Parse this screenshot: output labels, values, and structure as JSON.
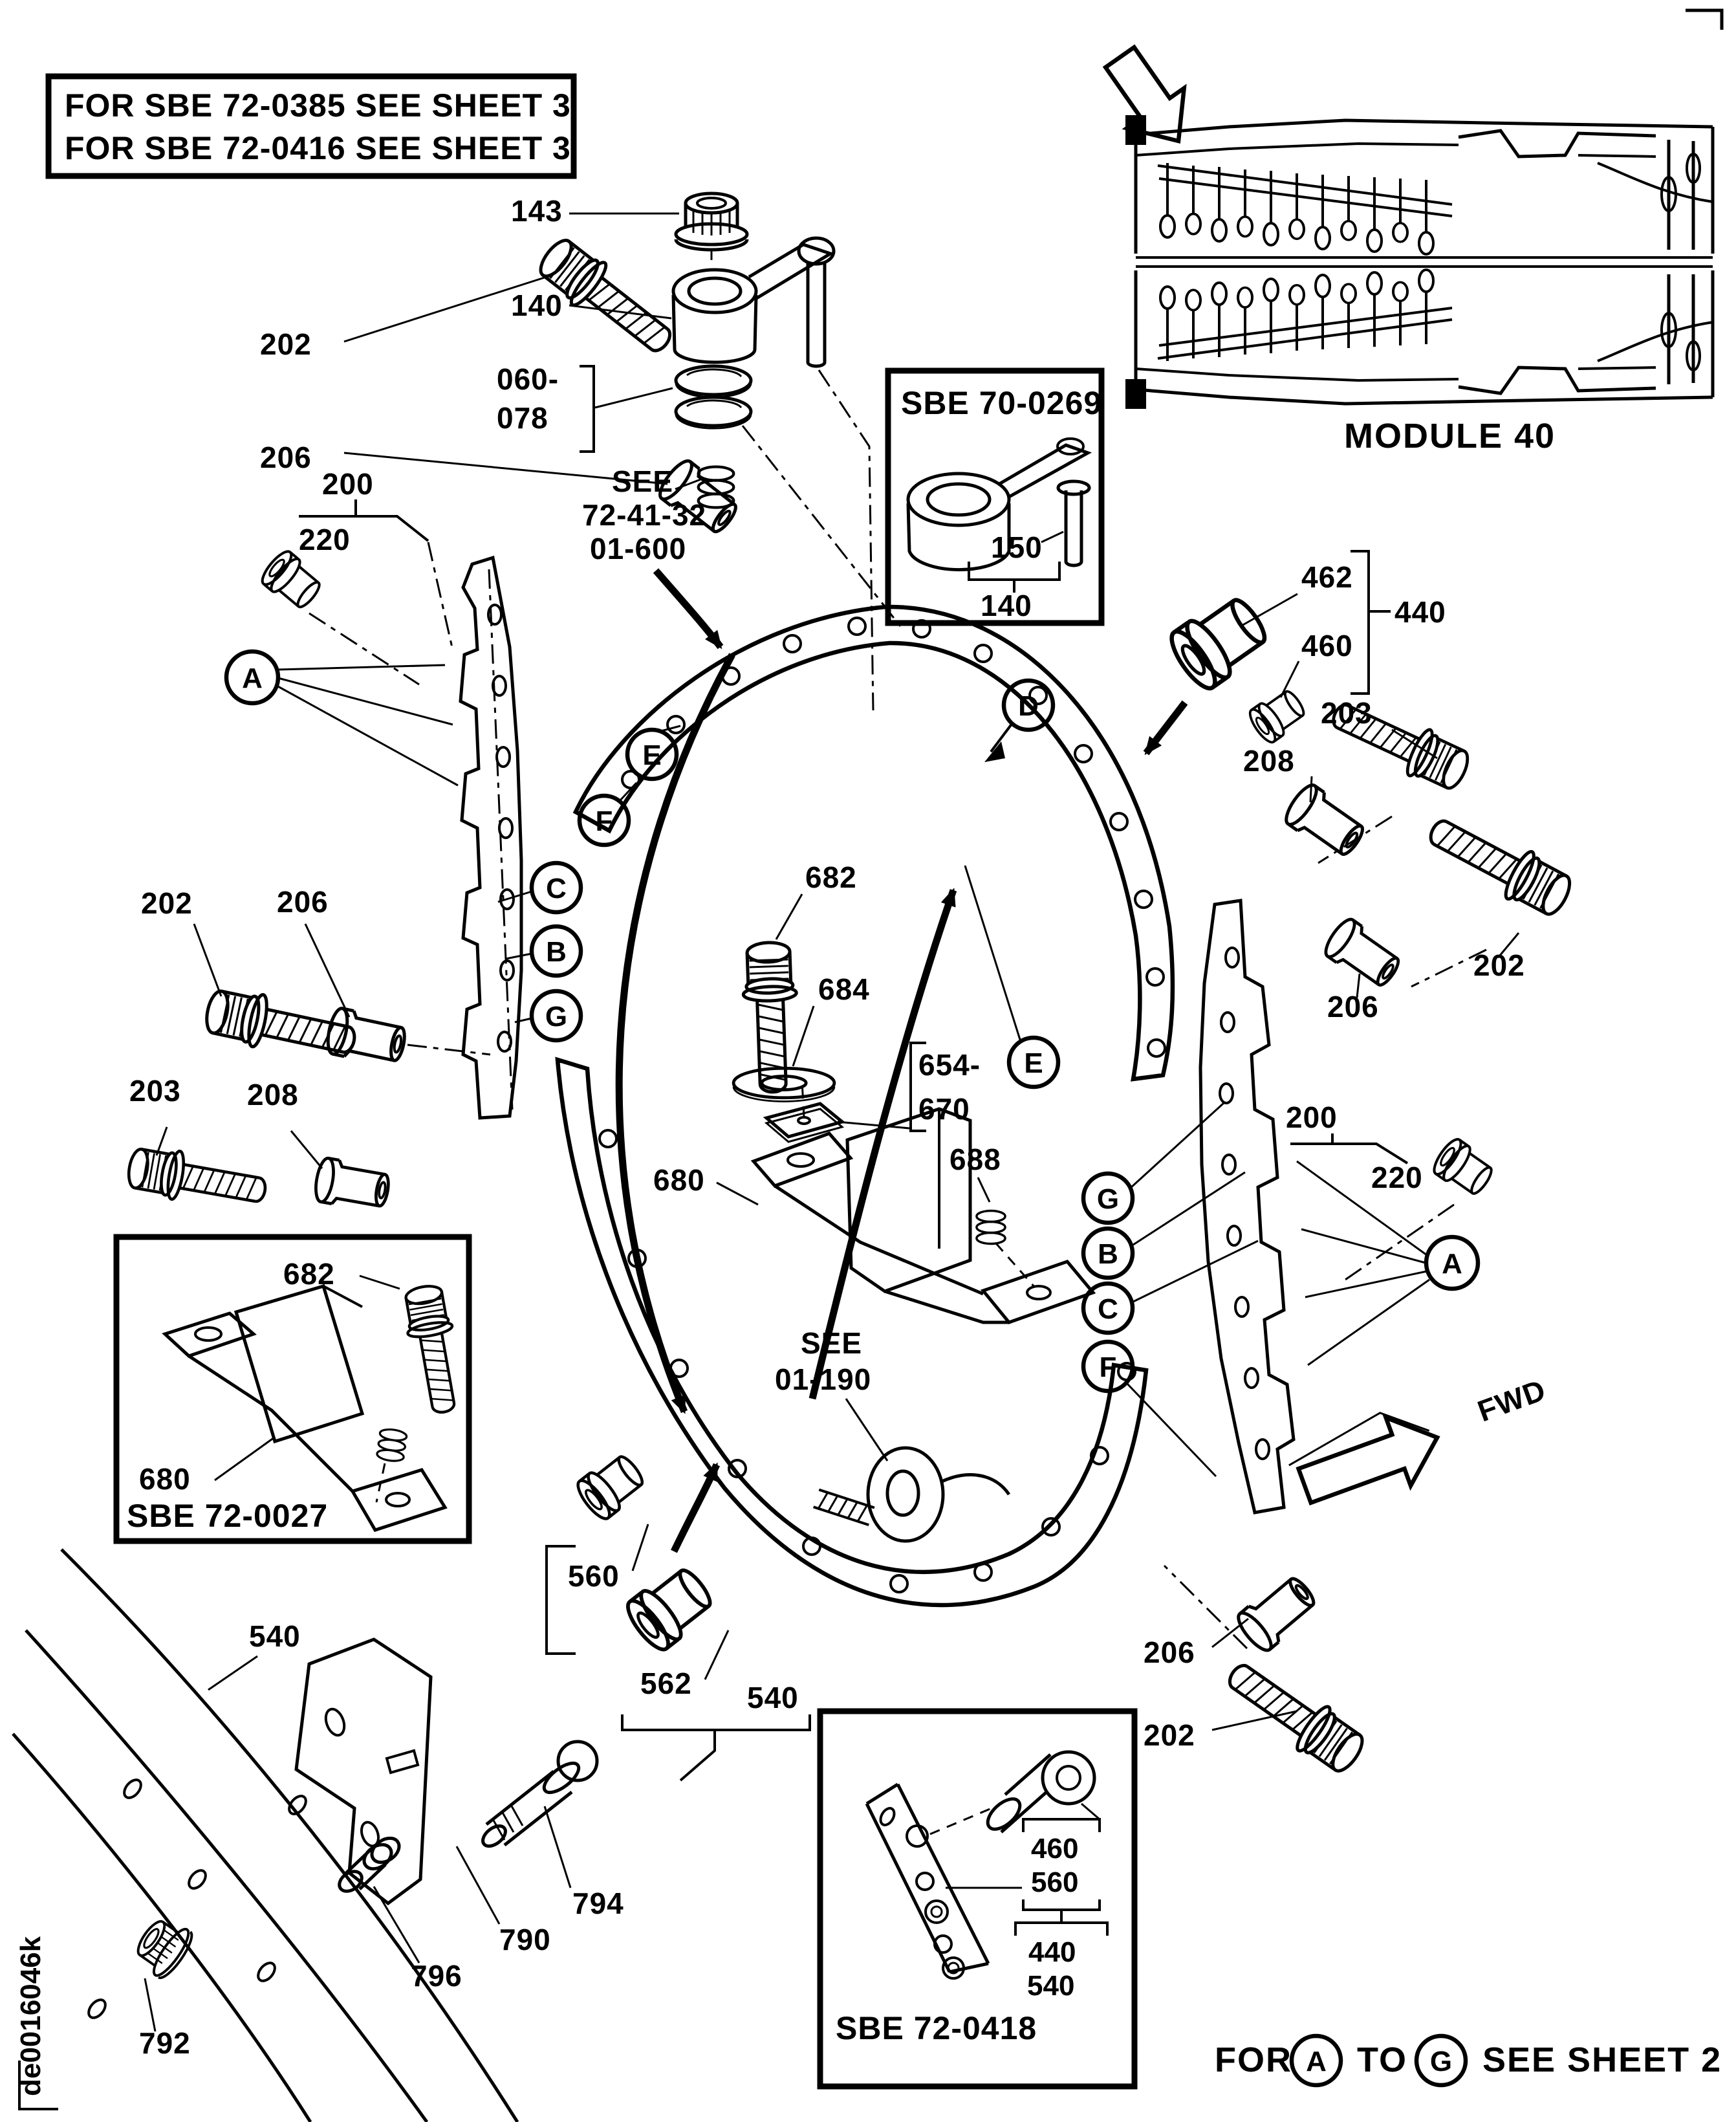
{
  "doc": {
    "code": "de0016046k"
  },
  "ref_box": {
    "line1": "FOR SBE 72-0385 SEE SHEET 3",
    "line2": "FOR SBE 72-0416 SEE SHEET 3"
  },
  "module": {
    "label": "MODULE 40"
  },
  "insets": {
    "sbe70": {
      "title": "SBE 70-0269",
      "c150": "150",
      "c140": "140"
    },
    "sbe27": {
      "title": "SBE 72-0027",
      "c682": "682",
      "c680": "680"
    },
    "sbe18": {
      "title": "SBE 72-0418",
      "c460": "460",
      "c560": "560",
      "c440": "440",
      "c540": "540"
    }
  },
  "callouts": {
    "c143": "143",
    "c140": "140",
    "c060": "060-",
    "c078": "078",
    "see1_1": "SEE",
    "see1_2": "72-41-32",
    "see1_3": "01-600",
    "c200": "200",
    "c220": "220",
    "c202": "202",
    "c206": "206",
    "c203": "203",
    "c208": "208",
    "c462": "462",
    "c460": "460",
    "c440": "440",
    "c682": "682",
    "c684": "684",
    "c654": "654-",
    "c670": "670",
    "c688": "688",
    "c680": "680",
    "see2_1": "SEE",
    "see2_2": "01-190",
    "c560": "560",
    "c562": "562",
    "c540": "540",
    "c790": "790",
    "c792": "792",
    "c794": "794",
    "c796": "796"
  },
  "letters": {
    "a": "A",
    "b": "B",
    "c": "C",
    "d": "D",
    "e": "E",
    "f": "F",
    "g": "G"
  },
  "footer": {
    "pre": "FOR",
    "mid": "TO",
    "post": "SEE  SHEET  2"
  },
  "fwd": {
    "label": "FWD"
  }
}
